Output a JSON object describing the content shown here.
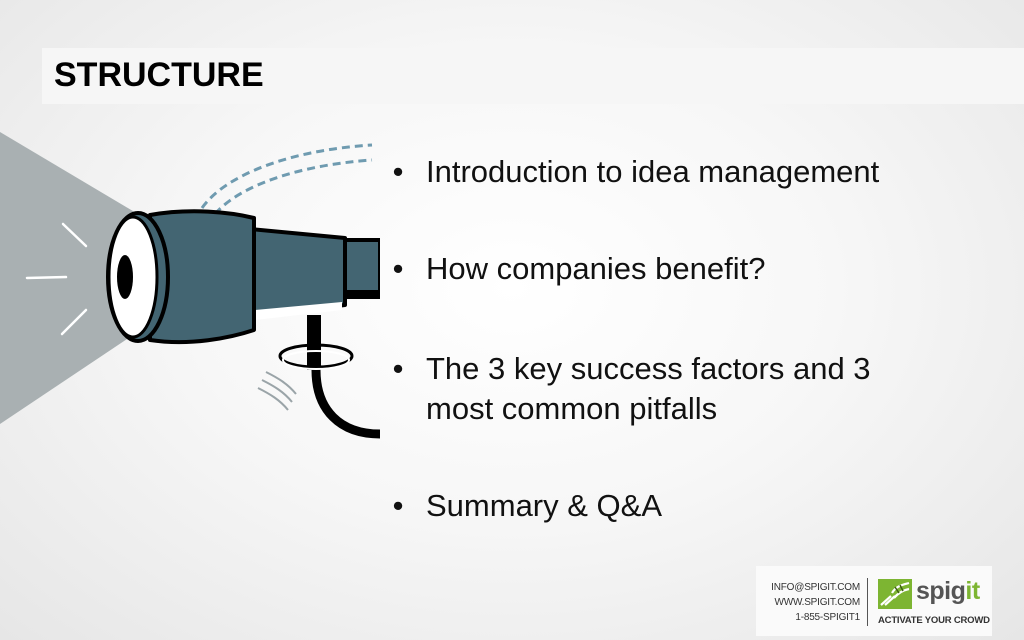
{
  "slide": {
    "title": "STRUCTURE",
    "bullet_marker": "•",
    "bullets": [
      {
        "text": "Introduction to idea management"
      },
      {
        "text": "How companies benefit?"
      },
      {
        "text": "The 3 key success factors and 3 most common pitfalls"
      },
      {
        "text": "Summary & Q&A"
      }
    ]
  },
  "illustration": {
    "icon": "spotlight-icon",
    "body_color": "#436572",
    "beam_color": "#a9b0b2",
    "dash_color": "#6f9bb0"
  },
  "footer": {
    "contact": {
      "email": "INFO@SPIGIT.COM",
      "website": "WWW.SPIGIT.COM",
      "phone": "1-855-SPIGIT1"
    },
    "logo": {
      "icon": "spigit-logo-icon",
      "name_part1": "spig",
      "name_part2": "it",
      "tagline": "ACTIVATE YOUR CROWD",
      "brand_green": "#7db532"
    }
  }
}
